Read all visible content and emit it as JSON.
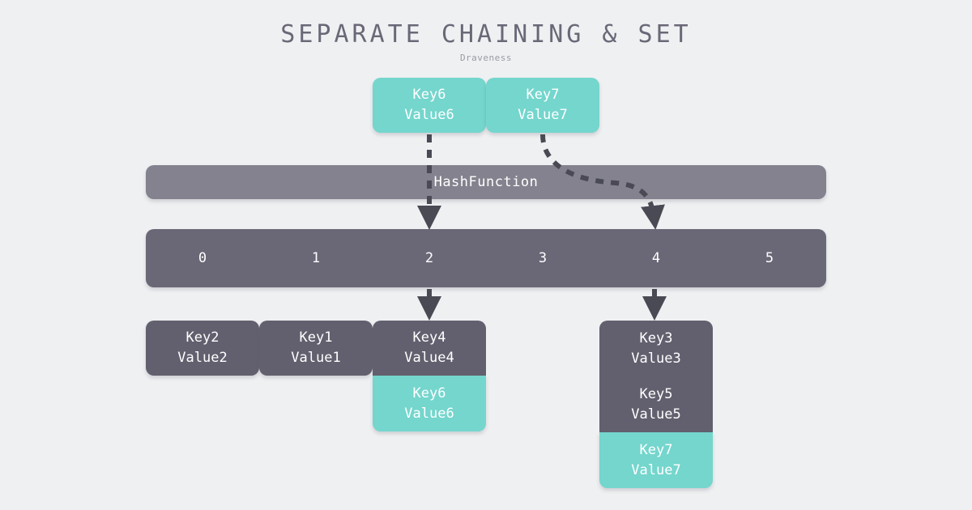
{
  "header": {
    "title": "SEPARATE CHAINING & SET",
    "subtitle": "Draveness"
  },
  "colors": {
    "background": "#eff0f2",
    "title_text": "#6a6877",
    "subtitle_text": "#9b9aa6",
    "teal_node": "#74d6cd",
    "grey_node": "#62606e",
    "hash_bar": "#83828e",
    "bucket_bar": "#6a6877",
    "arrow": "#4a4a55",
    "node_text": "#ffffff"
  },
  "incoming_nodes": [
    {
      "key": "Key6",
      "value": "Value6",
      "color": "teal",
      "hashes_to_bucket": "2"
    },
    {
      "key": "Key7",
      "value": "Value7",
      "color": "teal",
      "hashes_to_bucket": "4"
    }
  ],
  "hash_function": {
    "label": "HashFunction"
  },
  "bucket_array": {
    "indices": [
      "0",
      "1",
      "2",
      "3",
      "4",
      "5"
    ]
  },
  "chains": [
    {
      "bucket": "0",
      "entries": [
        {
          "key": "Key2",
          "value": "Value2",
          "color": "grey"
        }
      ]
    },
    {
      "bucket": "1",
      "entries": [
        {
          "key": "Key1",
          "value": "Value1",
          "color": "grey"
        }
      ]
    },
    {
      "bucket": "2",
      "entries": [
        {
          "key": "Key4",
          "value": "Value4",
          "color": "grey"
        },
        {
          "key": "Key6",
          "value": "Value6",
          "color": "teal"
        }
      ]
    },
    {
      "bucket": "4",
      "entries": [
        {
          "key": "Key3",
          "value": "Value3",
          "color": "grey"
        },
        {
          "key": "Key5",
          "value": "Value5",
          "color": "grey"
        },
        {
          "key": "Key7",
          "value": "Value7",
          "color": "teal"
        }
      ]
    }
  ]
}
